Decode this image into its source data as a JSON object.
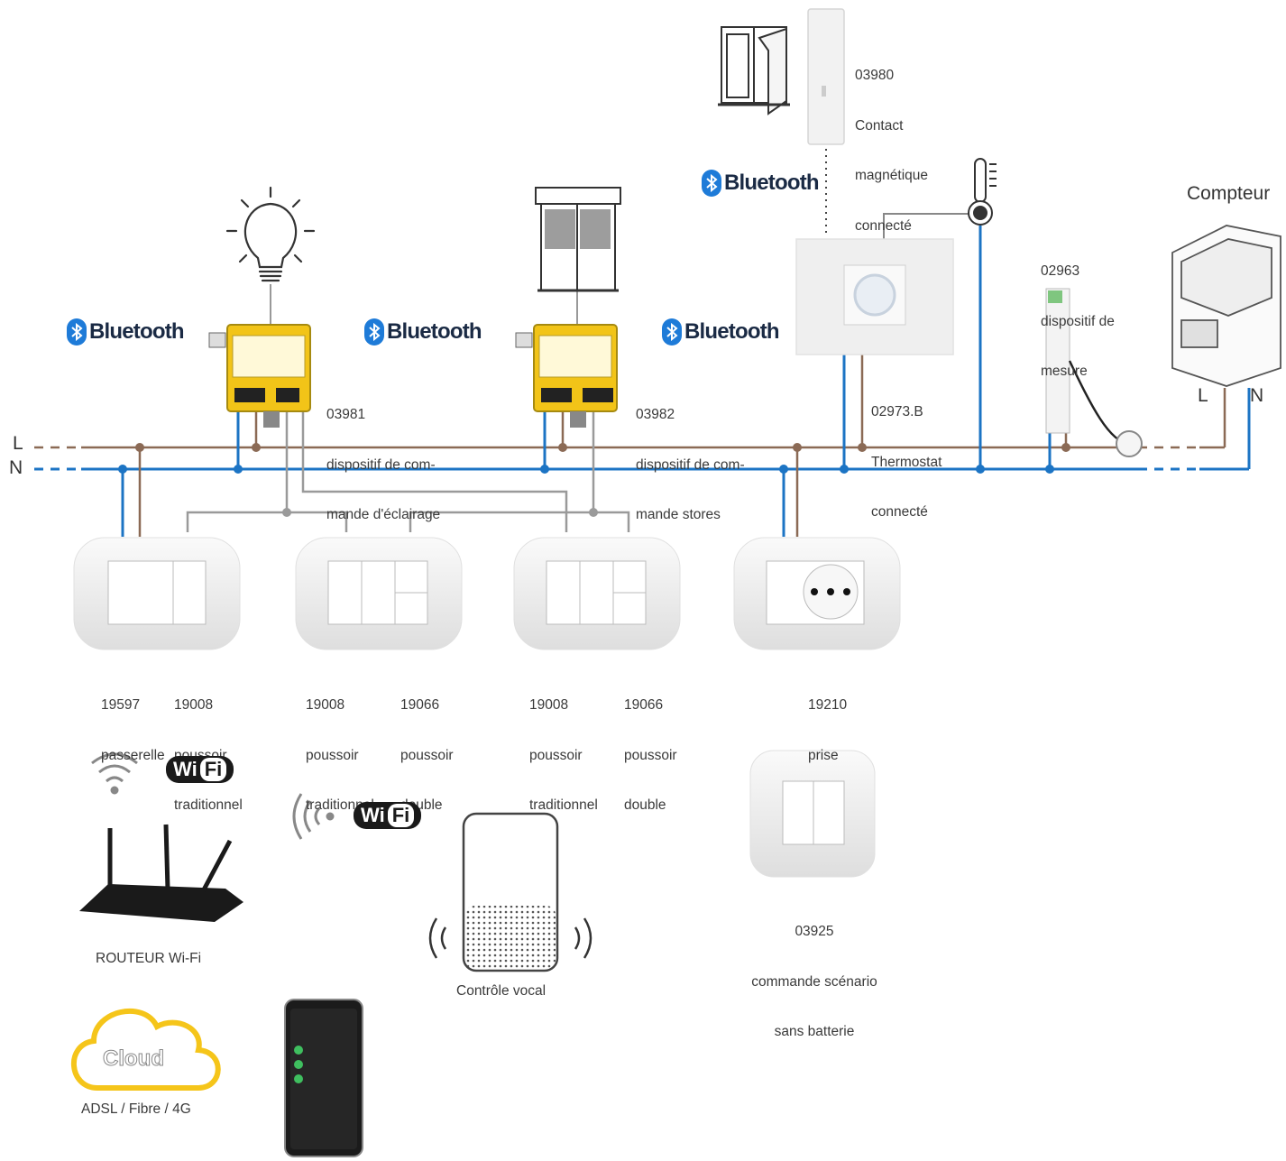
{
  "lines": {
    "L": "L",
    "N": "N"
  },
  "bluetooth": {
    "label": "Bluetooth"
  },
  "wifi": {
    "label_wi": "Wi",
    "label_fi": "Fi"
  },
  "devices": {
    "contact": [
      "03980",
      "Contact",
      "magnétique",
      "connecté"
    ],
    "lighting": [
      "03981",
      "dispositif de com-",
      "mande d'éclairage"
    ],
    "blinds": [
      "03982",
      "dispositif de com-",
      "mande stores"
    ],
    "thermostat": [
      "02973.B",
      "Thermostat",
      "connecté"
    ],
    "meter_device": [
      "02963",
      "dispositif de",
      "mesure"
    ],
    "meter": "Compteur",
    "meter_L": "L",
    "meter_N": "N"
  },
  "plates": [
    {
      "codes": [
        [
          "19597",
          "passerelle"
        ],
        [
          "19008",
          "poussoir",
          "traditionnel"
        ]
      ]
    },
    {
      "codes": [
        [
          "19008",
          "poussoir",
          "traditionnel"
        ],
        [
          "19066",
          "poussoir",
          "double"
        ]
      ]
    },
    {
      "codes": [
        [
          "19008",
          "poussoir",
          "traditionnel"
        ],
        [
          "19066",
          "poussoir",
          "double"
        ]
      ]
    },
    {
      "codes": [
        [
          "19210",
          "prise"
        ]
      ]
    }
  ],
  "scenario": [
    "03925",
    "commande scénario",
    "sans batterie"
  ],
  "router": "ROUTEUR Wi-Fi",
  "cloud": {
    "word": "Cloud",
    "caption": "ADSL / Fibre / 4G"
  },
  "voice": "Contrôle vocal",
  "colors": {
    "live": "#8b6a55",
    "neutral": "#1c74c4",
    "control": "#9a9a9a",
    "module": "#f2c418"
  }
}
